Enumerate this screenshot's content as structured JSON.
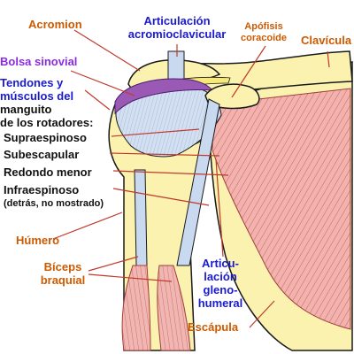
{
  "labels": {
    "acromion": "Acromion",
    "articulacion_acromioclavicular": [
      "Articulación",
      "acromioclavicular"
    ],
    "apofisis_coracoide": [
      "Apófisis",
      "coracoide"
    ],
    "clavicula": "Clavícula",
    "bolsa_sinovial": "Bolsa sinovial",
    "tendones_title": [
      "Tendones y",
      "músculos del",
      "manguito",
      "de los rotadores:"
    ],
    "supraespinoso": "Supraespinoso",
    "subescapular": "Subescapular",
    "redondo_menor": "Redondo menor",
    "infraespinoso": "Infraespinoso",
    "infraespinoso_note": "(detrás, no mostrado)",
    "humero": "Húmero",
    "biceps_braquial": [
      "Bíceps",
      "braquial"
    ],
    "articulacion_glenohumeral": [
      "Articu-",
      "lación",
      "gleno-",
      "humeral"
    ],
    "escapula": "Escápula"
  },
  "colors": {
    "bone": "#fbf2b0",
    "bone_outline": "#1a1a1a",
    "muscle": "#f2b2ae",
    "muscle_fiber": "#c0504d",
    "tendon": "#c9d9f0",
    "cartilage": "#d6e6f5",
    "bursa": "#9b59b6",
    "joint_fill": "#f6e97a",
    "label_orange": "#cc5a00",
    "label_blue": "#1a1ad0",
    "label_purple": "#8a2be2",
    "leader_red": "#c0392b"
  }
}
